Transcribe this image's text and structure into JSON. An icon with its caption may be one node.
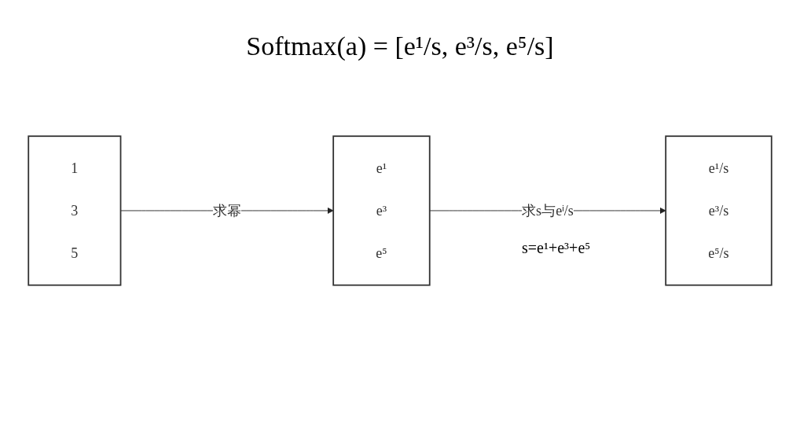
{
  "diagram": {
    "title": "Softmax(a) = [e¹/s, e³/s, e⁵/s]",
    "nodes": [
      {
        "text": [
          "1",
          "3",
          "5"
        ]
      },
      {
        "text": [
          "e¹",
          "e³",
          "e⁵"
        ]
      },
      {
        "text": [
          "e¹/s",
          "e³/s",
          "e⁵/s"
        ]
      }
    ],
    "edges": [
      {
        "from": 0,
        "to": 1,
        "arrow": "to",
        "label": "求幂"
      },
      {
        "from": 1,
        "to": 2,
        "arrow": "to",
        "label": "求s与eⁱ/s"
      }
    ],
    "labels": [
      "s=e¹+e³+e⁵"
    ]
  }
}
